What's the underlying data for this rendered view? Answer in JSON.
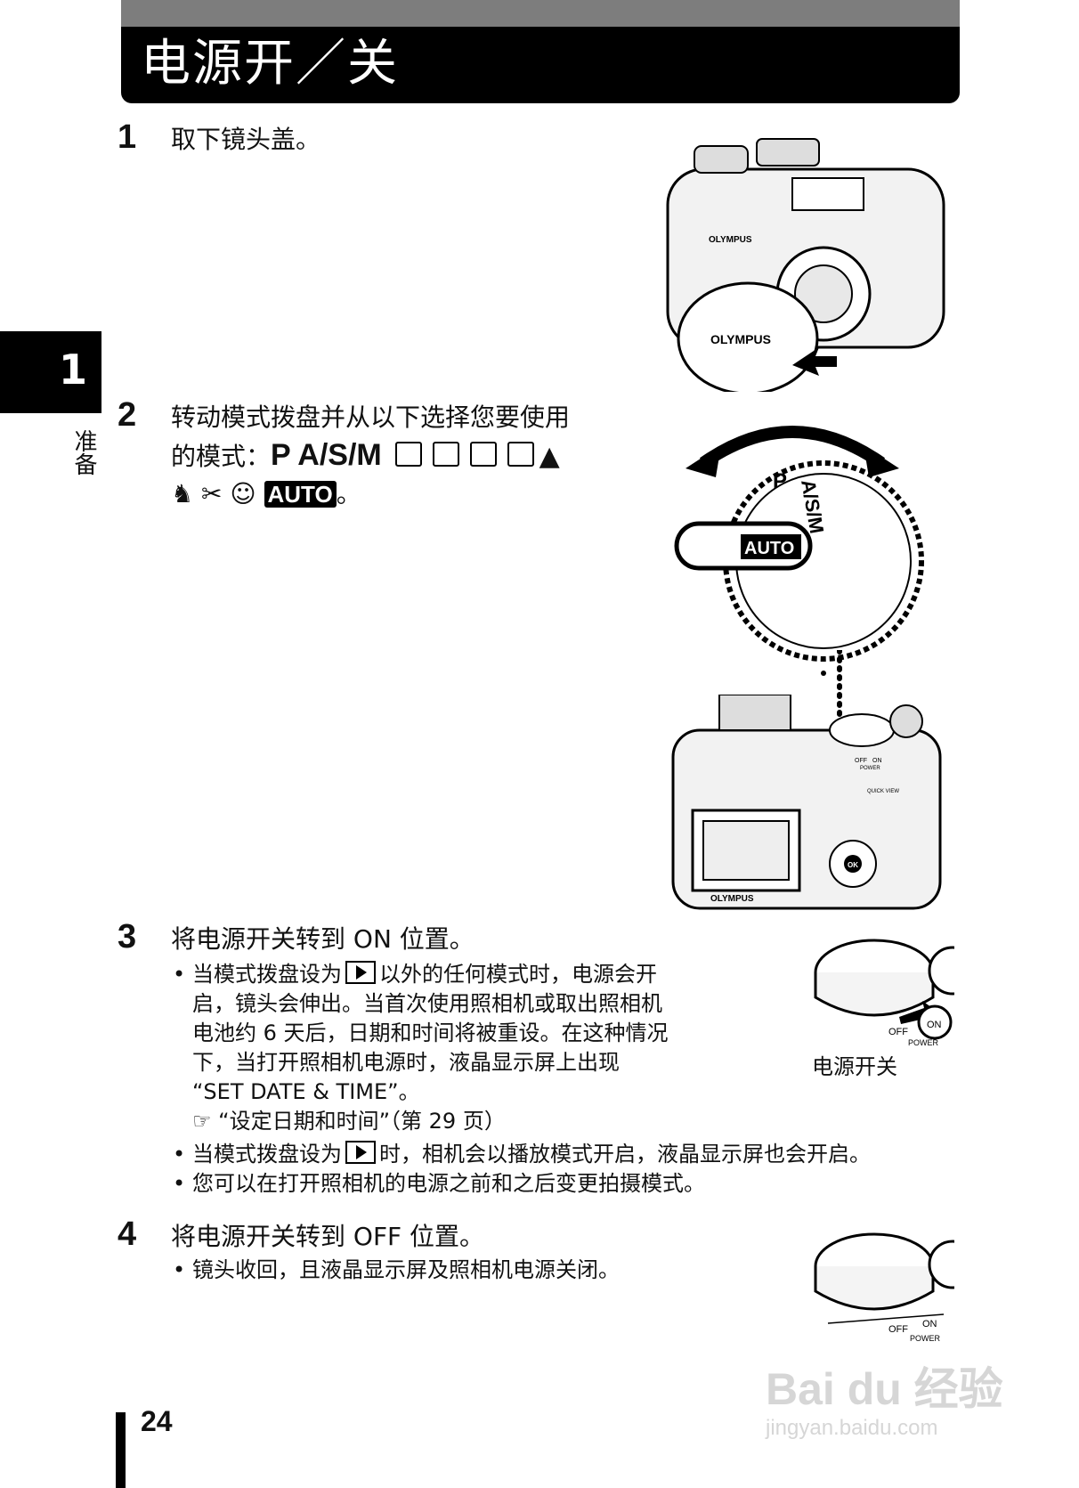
{
  "header": {
    "title": "电源开／关"
  },
  "chapter": {
    "number": "1",
    "label": "准备"
  },
  "steps": [
    {
      "num": "1",
      "text": "取下镜头盖。"
    },
    {
      "num": "2",
      "text_line1": "转动模式拨盘并从以下选择您要使用",
      "text_line2_prefix": "的模式：",
      "modes_text": "P A/S/M",
      "auto_label": "AUTO",
      "end": "。"
    },
    {
      "num": "3",
      "text": "将电源开关转到 ON 位置。",
      "bullet1_a": "当模式拨盘设为",
      "bullet1_b": "以外的任何模式时，电源会开",
      "bullet1_l2": "启，镜头会伸出。当首次使用照相机或取出照相机",
      "bullet1_l3": "电池约 6 天后，日期和时间将被重设。在这种情况",
      "bullet1_l4": "下，当打开照相机电源时，液晶显示屏上出现",
      "bullet1_l5": "“SET DATE & TIME”。",
      "ref_text": "“设定日期和时间”（第 29 页）",
      "bullet2_a": "当模式拨盘设为",
      "bullet2_b": "时，相机会以播放模式开启，液晶显示屏也会开启。",
      "bullet3": "您可以在打开照相机的电源之前和之后变更拍摄模式。",
      "caption": "电源开关"
    },
    {
      "num": "4",
      "text": "将电源开关转到 OFF 位置。",
      "bullet1": "镜头收回，且液晶显示屏及照相机电源关闭。"
    }
  ],
  "illustrations": {
    "brand": "OLYMPUS",
    "dial_labels": {
      "auto": "AUTO",
      "asm": "A/S/M",
      "p": "P"
    },
    "switch_off": "OFF",
    "switch_on": "ON",
    "switch_power": "POWER",
    "quick_view": "QUICK VIEW",
    "ok": "OK"
  },
  "footer": {
    "page_number": "24"
  },
  "watermark": {
    "line1": "Bai du 经验",
    "line2": "jingyan.baidu.com"
  }
}
